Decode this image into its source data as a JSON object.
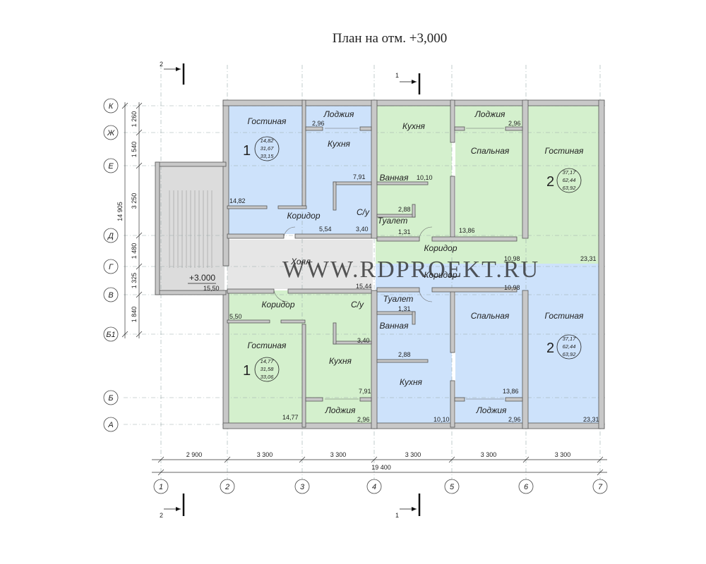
{
  "title": "План на отм. +3,000",
  "watermark": "WWW.RDPROEKT.RU",
  "colors": {
    "blue": "#cde2fb",
    "green": "#d4f0cd",
    "wall": "#c8c8c8",
    "grid": "#99aaaa"
  },
  "row_axes": [
    "К",
    "Ж",
    "Е",
    "Д",
    "Г",
    "В",
    "Б1",
    "Б",
    "А"
  ],
  "col_axes": [
    "1",
    "2",
    "3",
    "4",
    "5",
    "6",
    "7"
  ],
  "left_dims": [
    "1 260",
    "1 540",
    "3 250",
    "1 480",
    "1 325",
    "1 840"
  ],
  "left_total": "14 905",
  "bottom_dims": [
    "2 900",
    "3 300",
    "3 300",
    "3 300",
    "3 300",
    "3 300"
  ],
  "bottom_total": "19 400",
  "section_1": "1",
  "section_2": "2",
  "elevation": "+3.000",
  "rooms": {
    "gost": "Гостиная",
    "loggia": "Лоджия",
    "kitchen": "Кухня",
    "bedroom": "Спальная",
    "bath": "Ванная",
    "wc": "Туалет",
    "su": "С/у",
    "corridor": "Коридор",
    "hall": "Холл"
  },
  "apartments": {
    "a1_top": {
      "num": "1",
      "areas": [
        "14,82",
        "31,67",
        "33,15"
      ]
    },
    "a2_top": {
      "num": "2",
      "areas": [
        "37,17",
        "62,44",
        "63,92"
      ]
    },
    "a1_bottom": {
      "num": "1",
      "areas": [
        "14,77",
        "31,58",
        "33,06"
      ]
    },
    "a2_bottom": {
      "num": "2",
      "areas": [
        "37,17",
        "62,44",
        "63,92"
      ]
    }
  },
  "areas": {
    "loggia_top_left": "2,96",
    "loggia_top_right": "2,96",
    "kitchen_top_left": "7,91",
    "gost_top_left": "14,82",
    "bath_top": "10,10",
    "wc_top": "2,88",
    "su_top": "3,40",
    "corr_top_left": "5,54",
    "corr_top_right": "1,31",
    "bedroom_top": "13,86",
    "corr_top_right2": "10,98",
    "gost_top_right": "23,31",
    "hall": "15,50",
    "hall_right": "15,44",
    "corr_bot_right": "10,98",
    "corr_bot_left": "5,50",
    "wc_bot": "1,31",
    "su_bot": "3,40",
    "bath_bot": "2,88",
    "kitchen_bot_left": "7,91",
    "bedroom_bot": "13,86",
    "gost_bot_left": "14,77",
    "loggia_bot_left": "2,96",
    "kitchen_bot_right": "10,10",
    "loggia_bot_right": "2,96",
    "gost_bot_right": "23,31"
  }
}
